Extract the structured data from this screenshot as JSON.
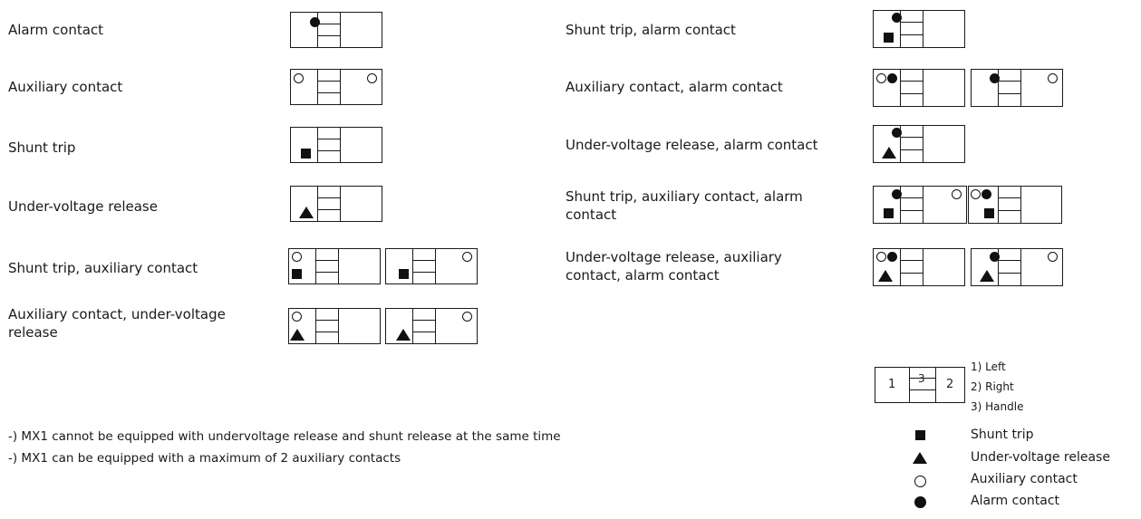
{
  "rows_left": [
    {
      "label": "Alarm contact"
    },
    {
      "label": "Auxiliary contact"
    },
    {
      "label": "Shunt trip"
    },
    {
      "label": "Under-voltage release"
    },
    {
      "label": "Shunt trip, auxiliary contact"
    },
    {
      "label": "Auxiliary contact, under-voltage release"
    }
  ],
  "rows_right": [
    {
      "label": "Shunt trip, alarm contact"
    },
    {
      "label": "Auxiliary contact, alarm contact"
    },
    {
      "label": "Under-voltage release, alarm contact"
    },
    {
      "label": "Shunt trip, auxiliary contact, alarm contact"
    },
    {
      "label": "Under-voltage release, auxiliary contact, alarm contact"
    }
  ],
  "notes": [
    "-) MX1 cannot be equipped with undervoltage release and shunt release at the same time",
    "-) MX1 can be equipped with a maximum of 2 auxiliary contacts"
  ],
  "legend": {
    "key_box": {
      "left": "1",
      "middle": "3",
      "right": "2"
    },
    "positions": [
      "1) Left",
      "2) Right",
      "3) Handle"
    ],
    "symbols": [
      {
        "icon": "filled-square",
        "label": "Shunt trip"
      },
      {
        "icon": "filled-triangle",
        "label": "Under-voltage release"
      },
      {
        "icon": "hollow-circle",
        "label": "Auxiliary contact"
      },
      {
        "icon": "filled-circle",
        "label": "Alarm contact"
      }
    ]
  }
}
